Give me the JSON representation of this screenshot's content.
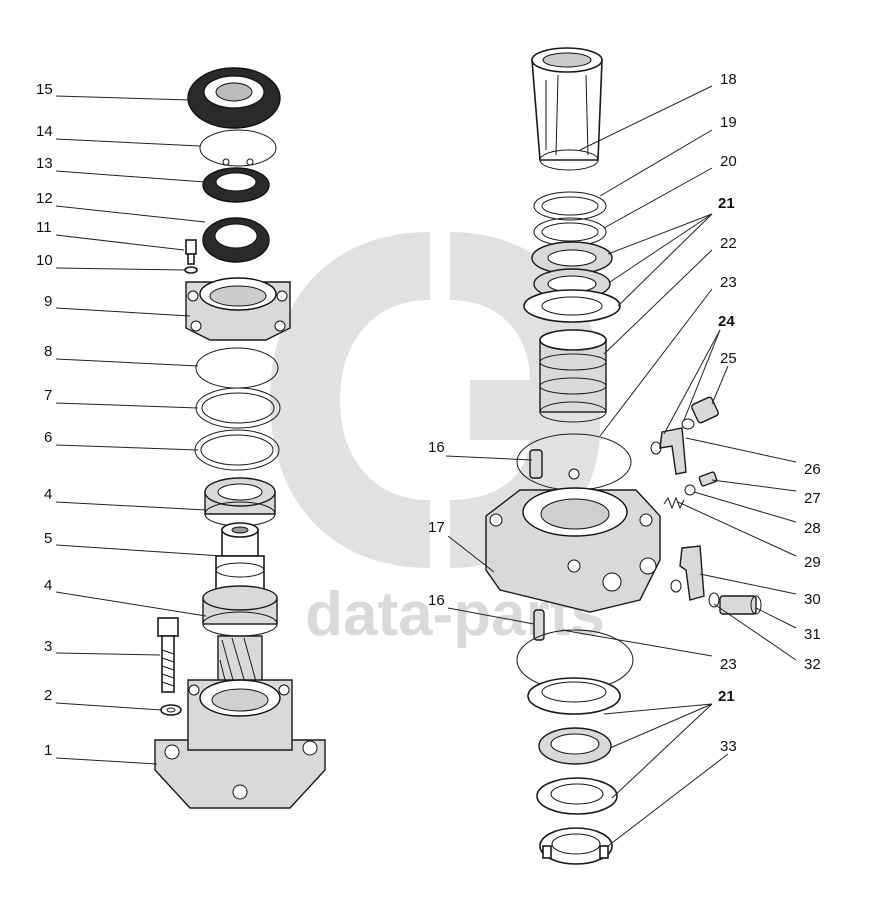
{
  "watermark": {
    "text": "data-parts"
  },
  "labels": [
    {
      "id": "15",
      "text": "15"
    },
    {
      "id": "14",
      "text": "14"
    },
    {
      "id": "13",
      "text": "13"
    },
    {
      "id": "12",
      "text": "12"
    },
    {
      "id": "11",
      "text": "11"
    },
    {
      "id": "10",
      "text": "10"
    },
    {
      "id": "9",
      "text": "9"
    },
    {
      "id": "8",
      "text": "8"
    },
    {
      "id": "7",
      "text": "7"
    },
    {
      "id": "6",
      "text": "6"
    },
    {
      "id": "4a",
      "text": "4"
    },
    {
      "id": "5",
      "text": "5"
    },
    {
      "id": "4b",
      "text": "4"
    },
    {
      "id": "3",
      "text": "3"
    },
    {
      "id": "2",
      "text": "2"
    },
    {
      "id": "1",
      "text": "1"
    },
    {
      "id": "18",
      "text": "18"
    },
    {
      "id": "19",
      "text": "19"
    },
    {
      "id": "20",
      "text": "20"
    },
    {
      "id": "21a",
      "text": "21"
    },
    {
      "id": "22",
      "text": "22"
    },
    {
      "id": "23a",
      "text": "23"
    },
    {
      "id": "24",
      "text": "24"
    },
    {
      "id": "25",
      "text": "25"
    },
    {
      "id": "16a",
      "text": "16"
    },
    {
      "id": "26",
      "text": "26"
    },
    {
      "id": "27",
      "text": "27"
    },
    {
      "id": "28",
      "text": "28"
    },
    {
      "id": "17",
      "text": "17"
    },
    {
      "id": "29",
      "text": "29"
    },
    {
      "id": "30",
      "text": "30"
    },
    {
      "id": "16b",
      "text": "16"
    },
    {
      "id": "31",
      "text": "31"
    },
    {
      "id": "23b",
      "text": "23"
    },
    {
      "id": "32",
      "text": "32"
    },
    {
      "id": "21b",
      "text": "21"
    },
    {
      "id": "33",
      "text": "33"
    }
  ]
}
